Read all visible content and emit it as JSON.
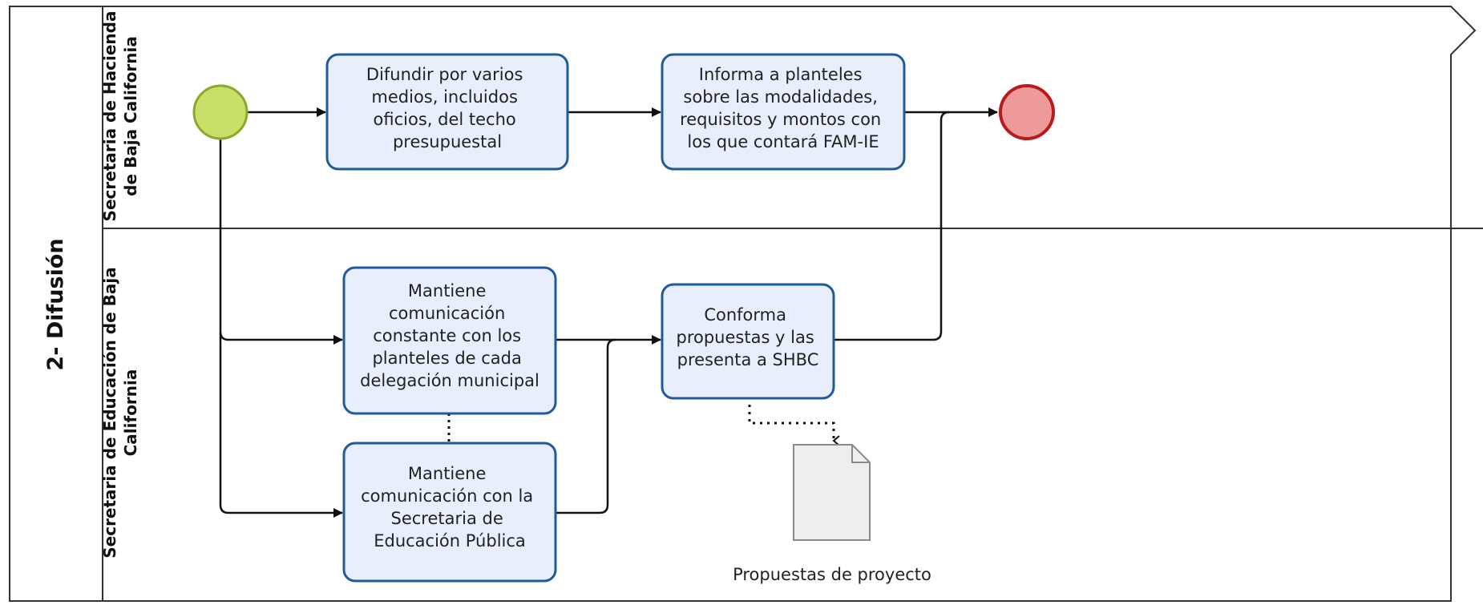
{
  "pool": {
    "title": "2- Difusión"
  },
  "lanes": [
    {
      "id": "shbc",
      "title_line1": "Secretaria de Hacienda",
      "title_line2": "de Baja California"
    },
    {
      "id": "sebc",
      "title_line1": "Secretaria de Educación de Baja",
      "title_line2": "California"
    }
  ],
  "tasks": {
    "t1": [
      "Difundir por varios",
      "medios, incluidos",
      "oficios, del techo",
      "presupuestal"
    ],
    "t2": [
      "Informa a planteles",
      "sobre las modalidades,",
      "requisitos y montos con",
      "los que contará FAM-IE"
    ],
    "t3": [
      "Mantiene",
      "comunicación",
      "constante con los",
      "planteles de cada",
      "delegación municipal"
    ],
    "t4": [
      "Mantiene",
      "comunicación con la",
      "Secretaria de",
      "Educación Pública"
    ],
    "t5": [
      "Conforma",
      "propuestas y las",
      "presenta a SHBC"
    ]
  },
  "data_object": {
    "label": "Propuestas de proyecto"
  },
  "colors": {
    "task_fill": "#e8eefc",
    "task_stroke": "#1f5a9a",
    "start_fill": "#c8e06a",
    "start_stroke": "#8aa82a",
    "end_fill": "#ef9a9a",
    "end_stroke": "#b71c1c",
    "line": "#111111"
  }
}
